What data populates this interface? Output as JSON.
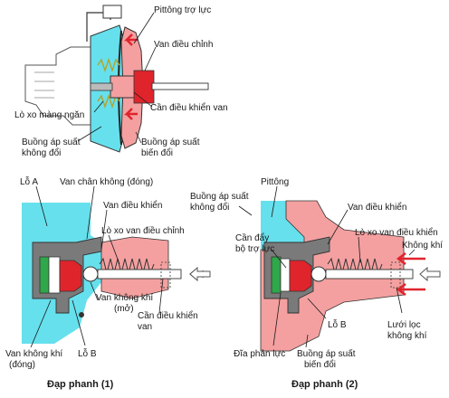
{
  "top": {
    "labels": {
      "piston": "Pittông trợ lực",
      "control_valve": "Van điều chỉnh",
      "valve_rod": "Cần điều khiển van",
      "diaphragm_spring": "Lò xo màng ngăn",
      "constant_chamber": [
        "Buồng áp suất",
        "không đổi"
      ],
      "variable_chamber": [
        "Buồng áp suất",
        "biến đổi"
      ]
    }
  },
  "left": {
    "caption": "Đạp phanh (1)",
    "labels": {
      "port_a": "Lỗ A",
      "vacuum_valve": "Van chân không (đóng)",
      "control_valve": "Van điều khiển",
      "valve_spring": "Lò xo van điều chỉnh",
      "air_valve_open": [
        "Van không khí",
        "(mở)"
      ],
      "valve_rod": [
        "Cần điều khiển",
        "van"
      ],
      "air_valve_closed": [
        "Van không khí",
        "(đóng)"
      ],
      "port_b": "Lỗ B"
    }
  },
  "right": {
    "caption": "Đạp phanh  (2)",
    "labels": {
      "piston": "Pittông",
      "constant_chamber": [
        "Buồng áp suất",
        "không đổi"
      ],
      "control_valve": "Van điều khiển",
      "push_rod": [
        "Cần đẩy",
        "bộ trợ lực"
      ],
      "valve_spring": "Lò xo van điều khiển",
      "air": "Không khí",
      "reaction_disc": "Đĩa phản lực",
      "port_b": "Lỗ B",
      "variable_chamber": [
        "Buồng áp suất",
        "biến đổi"
      ],
      "filter": [
        "Lưới lọc",
        "không khí"
      ]
    }
  },
  "colors": {
    "cyan": "#66e0ec",
    "pink": "#f4a0a0",
    "red": "#e0242c",
    "green": "#2ea84a",
    "gray": "#7a7a7a",
    "yellow": "#e8d84a"
  }
}
